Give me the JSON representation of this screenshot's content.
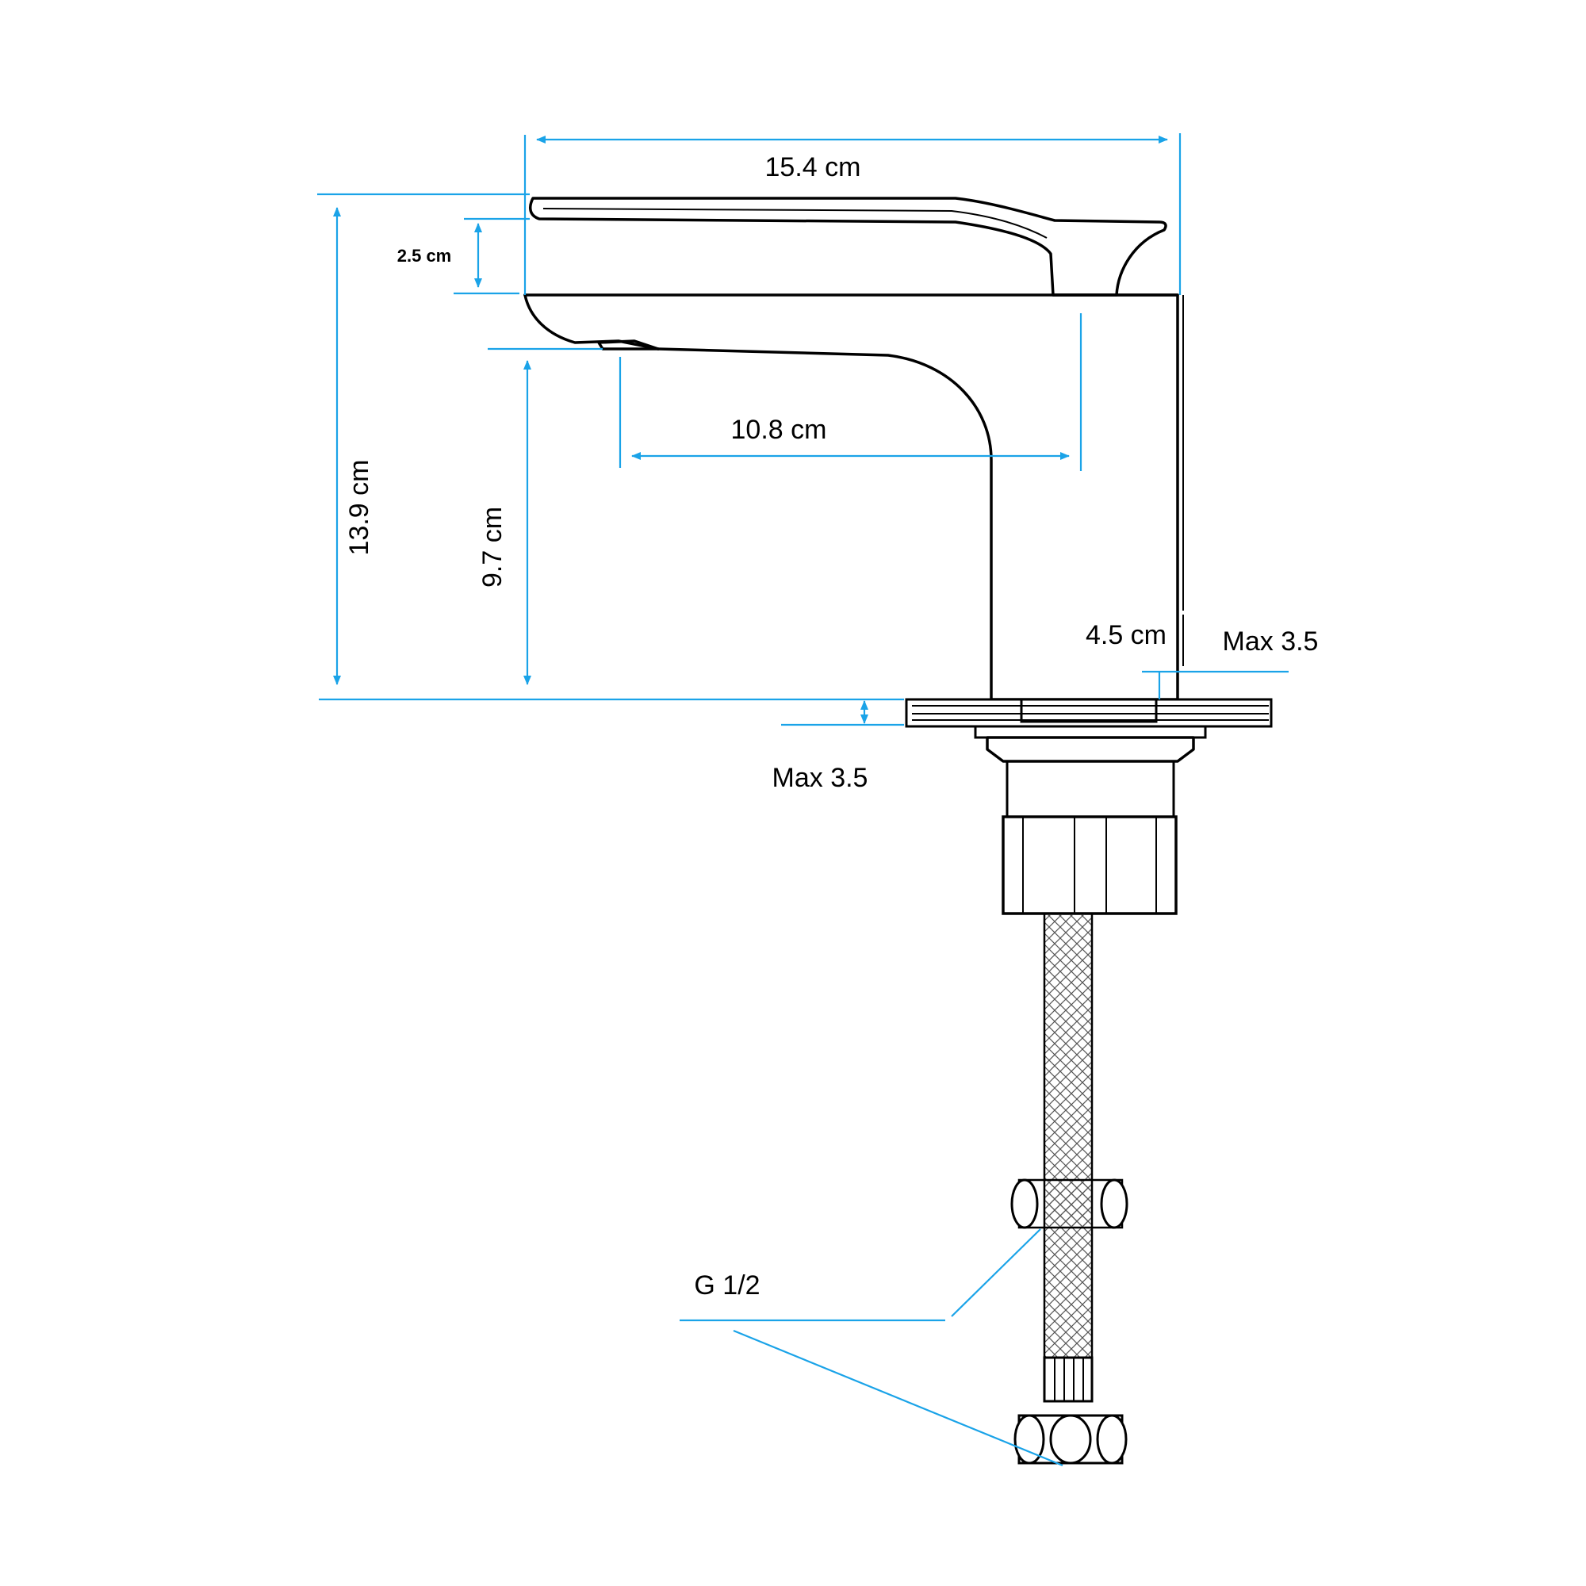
{
  "colors": {
    "dimension": "#1aa3e8",
    "outline": "#000000",
    "background": "#ffffff"
  },
  "labels": {
    "width_total": "15.4 cm",
    "spout_reach": "10.8 cm",
    "handle_height": "2.5 cm",
    "height_total": "13.9 cm",
    "spout_height": "9.7 cm",
    "body_width": "4.5 cm",
    "max_thickness_right": "Max 3.5",
    "max_thickness_bottom": "Max 3.5",
    "thread": "G 1/2"
  }
}
